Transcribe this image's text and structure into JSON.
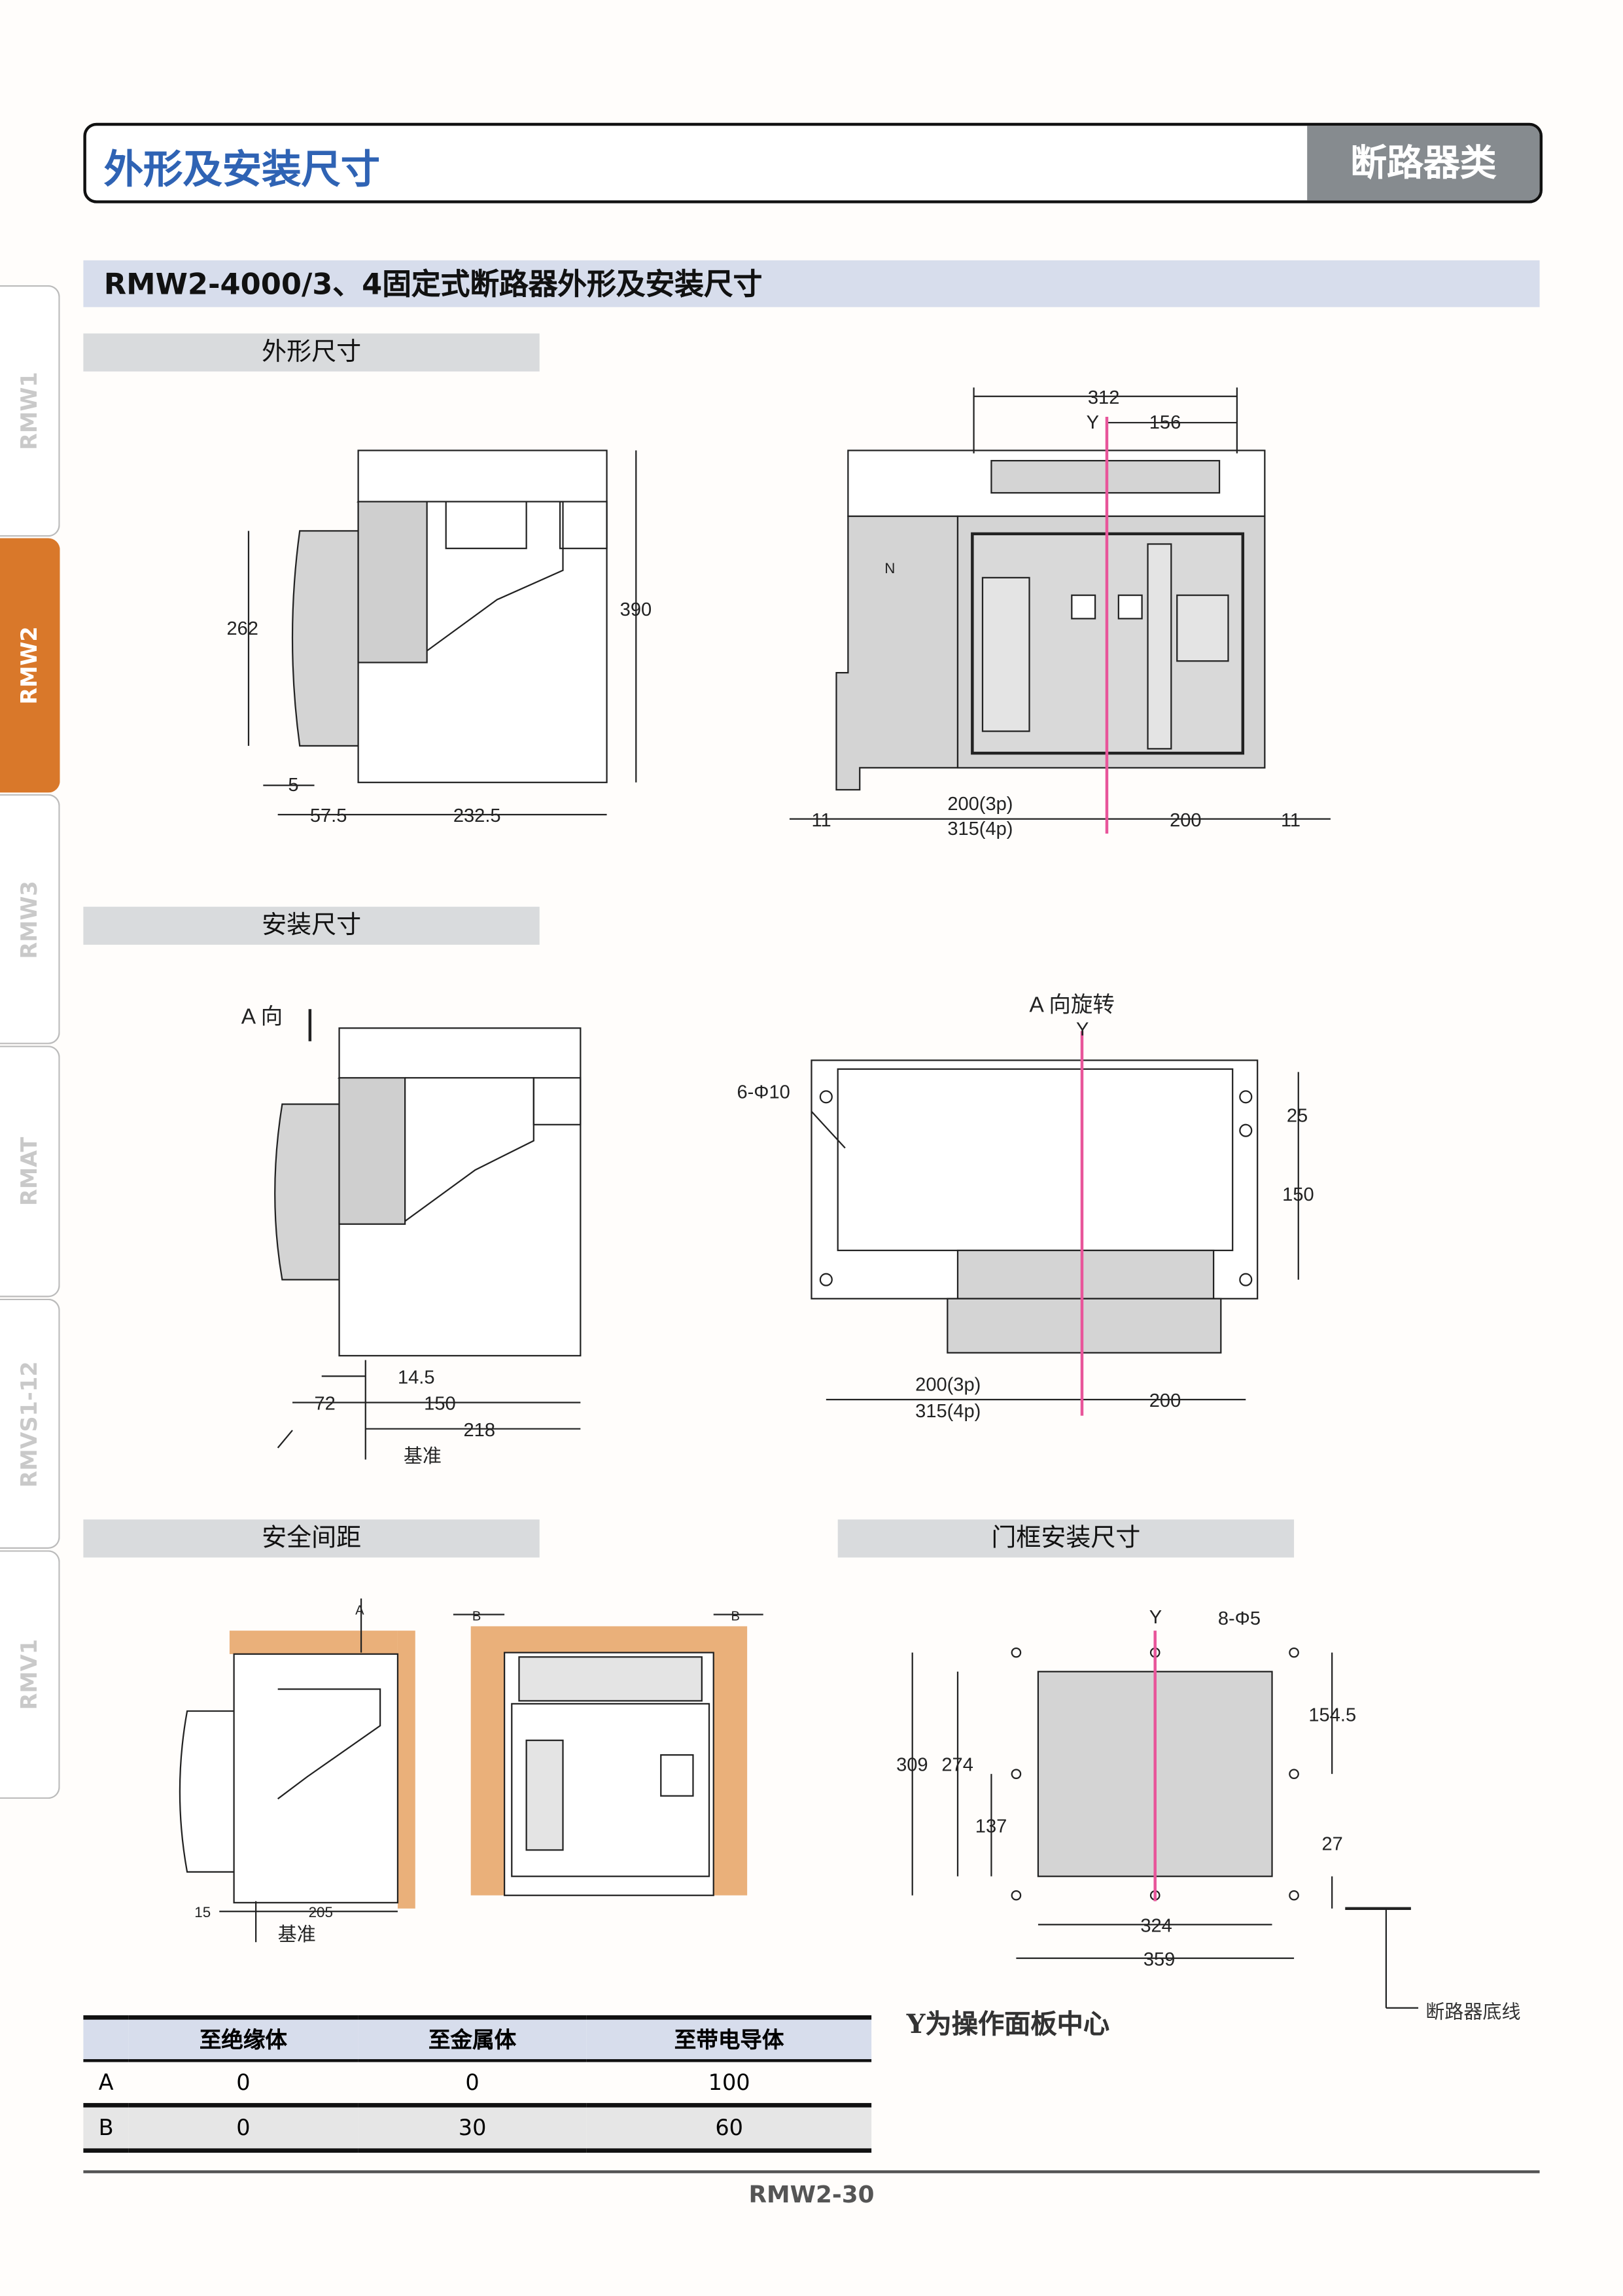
{
  "header": {
    "title": "外形及安装尺寸",
    "category": "断路器类"
  },
  "section_title": "RMW2-4000/3、4固定式断路器外形及安装尺寸",
  "side_tabs": [
    {
      "label": "RMW1"
    },
    {
      "label": "RMW2",
      "active": true
    },
    {
      "label": "RMW3"
    },
    {
      "label": "RMAT"
    },
    {
      "label": "RMVS1-12"
    },
    {
      "label": "RMV1"
    }
  ],
  "subheaders": {
    "outline": "外形尺寸",
    "install": "安装尺寸",
    "safety": "安全间距",
    "door": "门框安装尺寸"
  },
  "outline_side": {
    "h1": "262",
    "h2": "390",
    "d5": "5",
    "d57": "57.5",
    "d232": "232.5"
  },
  "outline_front": {
    "w312": "312",
    "w156": "156",
    "y": "Y",
    "n": "N",
    "b3p": "200(3p)",
    "b4p": "315(4p)",
    "b200": "200",
    "l11": "11",
    "r11": "11"
  },
  "install_side": {
    "dir": "A 向",
    "d14": "14.5",
    "d72": "72",
    "d150": "150",
    "d218": "218",
    "base": "基准"
  },
  "install_top": {
    "rot": "A 向旋转",
    "y": "Y",
    "holes": "6-Φ10",
    "d25": "25",
    "d150": "150",
    "b3p": "200(3p)",
    "b4p": "315(4p)",
    "b200": "200"
  },
  "safety": {
    "a": "A",
    "b1": "B",
    "b2": "B",
    "d15": "15",
    "d205": "205",
    "base": "基准"
  },
  "door": {
    "y": "Y",
    "holes": "8-Φ5",
    "d154": "154.5",
    "d309": "309",
    "d274": "274",
    "d137": "137",
    "d27": "27",
    "d324": "324",
    "d359": "359"
  },
  "clearance_table": {
    "headers": [
      "",
      "至绝缘体",
      "至金属体",
      "至带电导体"
    ],
    "rows": [
      [
        "A",
        "0",
        "0",
        "100"
      ],
      [
        "B",
        "0",
        "30",
        "60"
      ]
    ]
  },
  "note": "Y为操作面板中心",
  "base_line_label": "断路器底线",
  "page_number": "RMW2-30",
  "colors": {
    "accent": "#2f63b4",
    "tab_active": "#d9782a",
    "y_line": "#e8559a",
    "clearance": "#eab07a"
  }
}
